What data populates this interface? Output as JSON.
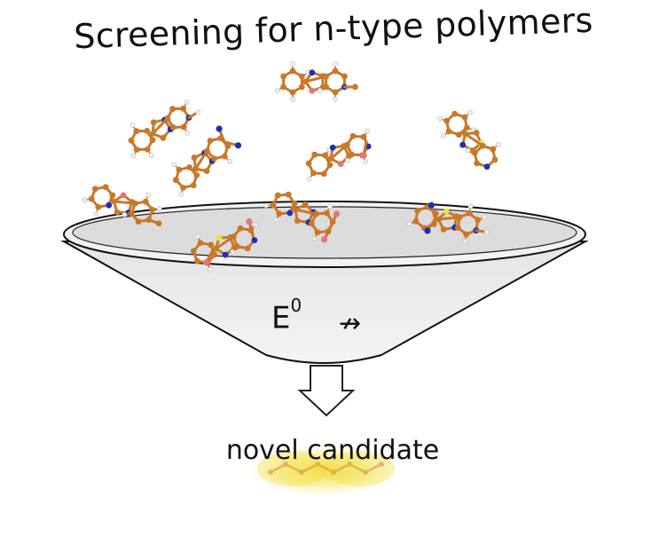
{
  "title": "Screening for n-type polymers",
  "funnel": {
    "label_main": "E",
    "label_sup": "0",
    "arrow_symbol": "↛"
  },
  "output": {
    "caption": "novel candidate"
  },
  "colors": {
    "carbon": "#c8782a",
    "nitrogen": "#1f2fb5",
    "oxygen": "#e07878",
    "sulfur": "#e8e040",
    "hydrogen": "#f0f0f0",
    "funnel_fill": "#f0f0f0",
    "glow": "#f5e86a"
  }
}
